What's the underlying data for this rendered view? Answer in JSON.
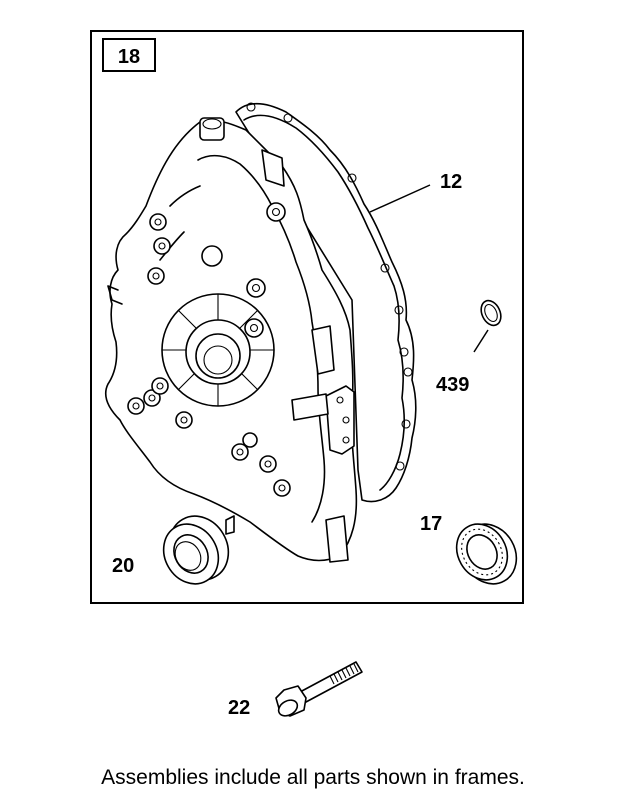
{
  "frame": {
    "assembly_number": "18"
  },
  "callouts": {
    "cover_gasket": "12",
    "o_ring": "439",
    "oil_seal_17": "17",
    "oil_seal_20": "20",
    "screw": "22"
  },
  "caption": "Assemblies include all parts shown in frames."
}
